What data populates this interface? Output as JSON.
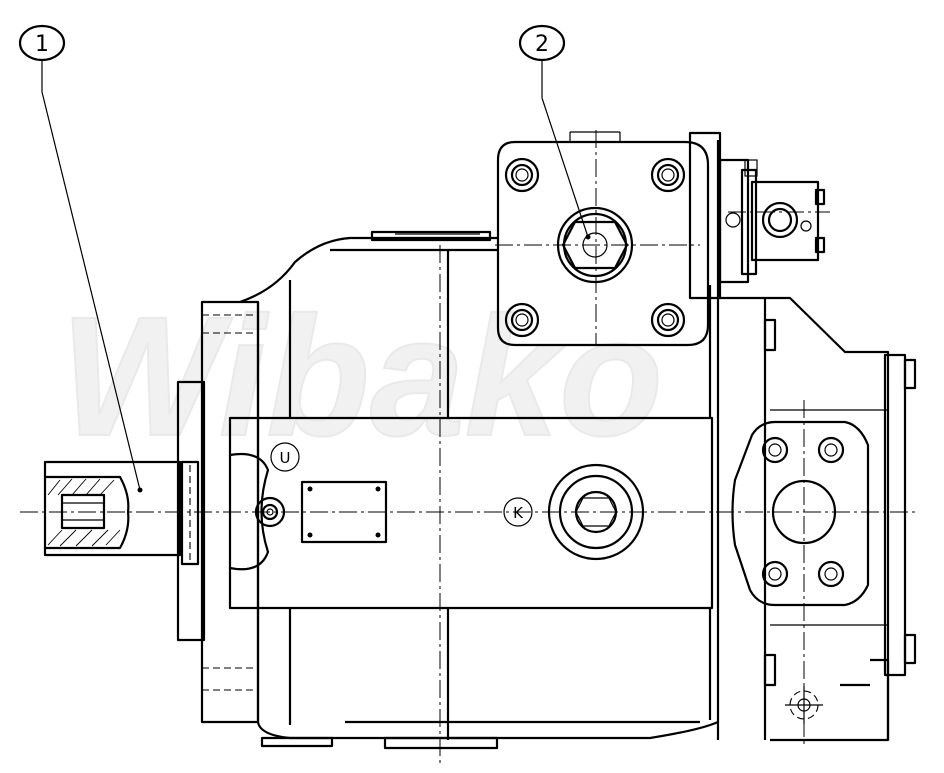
{
  "callouts": [
    {
      "label": "1"
    },
    {
      "label": "2"
    }
  ],
  "port_labels": {
    "port_u": "U",
    "port_k": "K"
  },
  "watermark": {
    "text": "Wibako"
  },
  "colors": {
    "line": "#000000",
    "background": "#ffffff",
    "watermark": "#f1f1f1"
  }
}
